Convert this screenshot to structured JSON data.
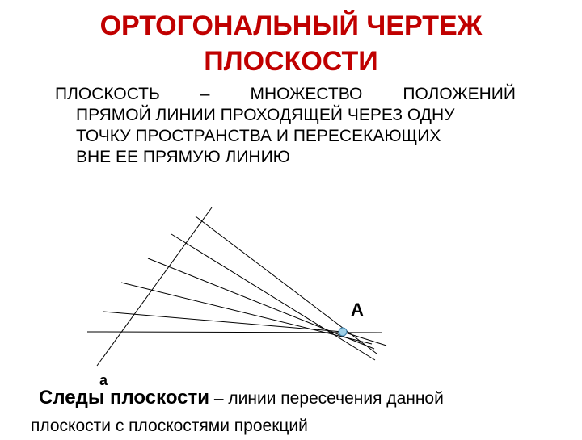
{
  "title": {
    "line1": "ОРТОГОНАЛЬНЫЙ ЧЕРТЕЖ",
    "line2": "ПЛОСКОСТИ"
  },
  "definition": {
    "words": [
      "ПЛОСКОСТЬ",
      "–",
      "МНОЖЕСТВО",
      "ПОЛОЖЕНИЙ"
    ],
    "lines": [
      "ПРЯМОЙ ЛИНИИ ПРОХОДЯЩЕЙ ЧЕРЕЗ ОДНУ",
      "ТОЧКУ ПРОСТРАНСТВА И ПЕРЕСЕКАЮЩИХ",
      "ВНЕ ЕЕ ПРЯМУЮ ЛИНИЮ"
    ]
  },
  "diagram": {
    "point_label": "A",
    "line_label": "a",
    "point_color": "#9ecfe6"
  },
  "traces": {
    "term": "Следы плоскости",
    "definition": "– линии пересечения данной",
    "line2": "плоскости с плоскостями проекций"
  },
  "colors": {
    "title": "#c00000",
    "text": "#000000"
  }
}
